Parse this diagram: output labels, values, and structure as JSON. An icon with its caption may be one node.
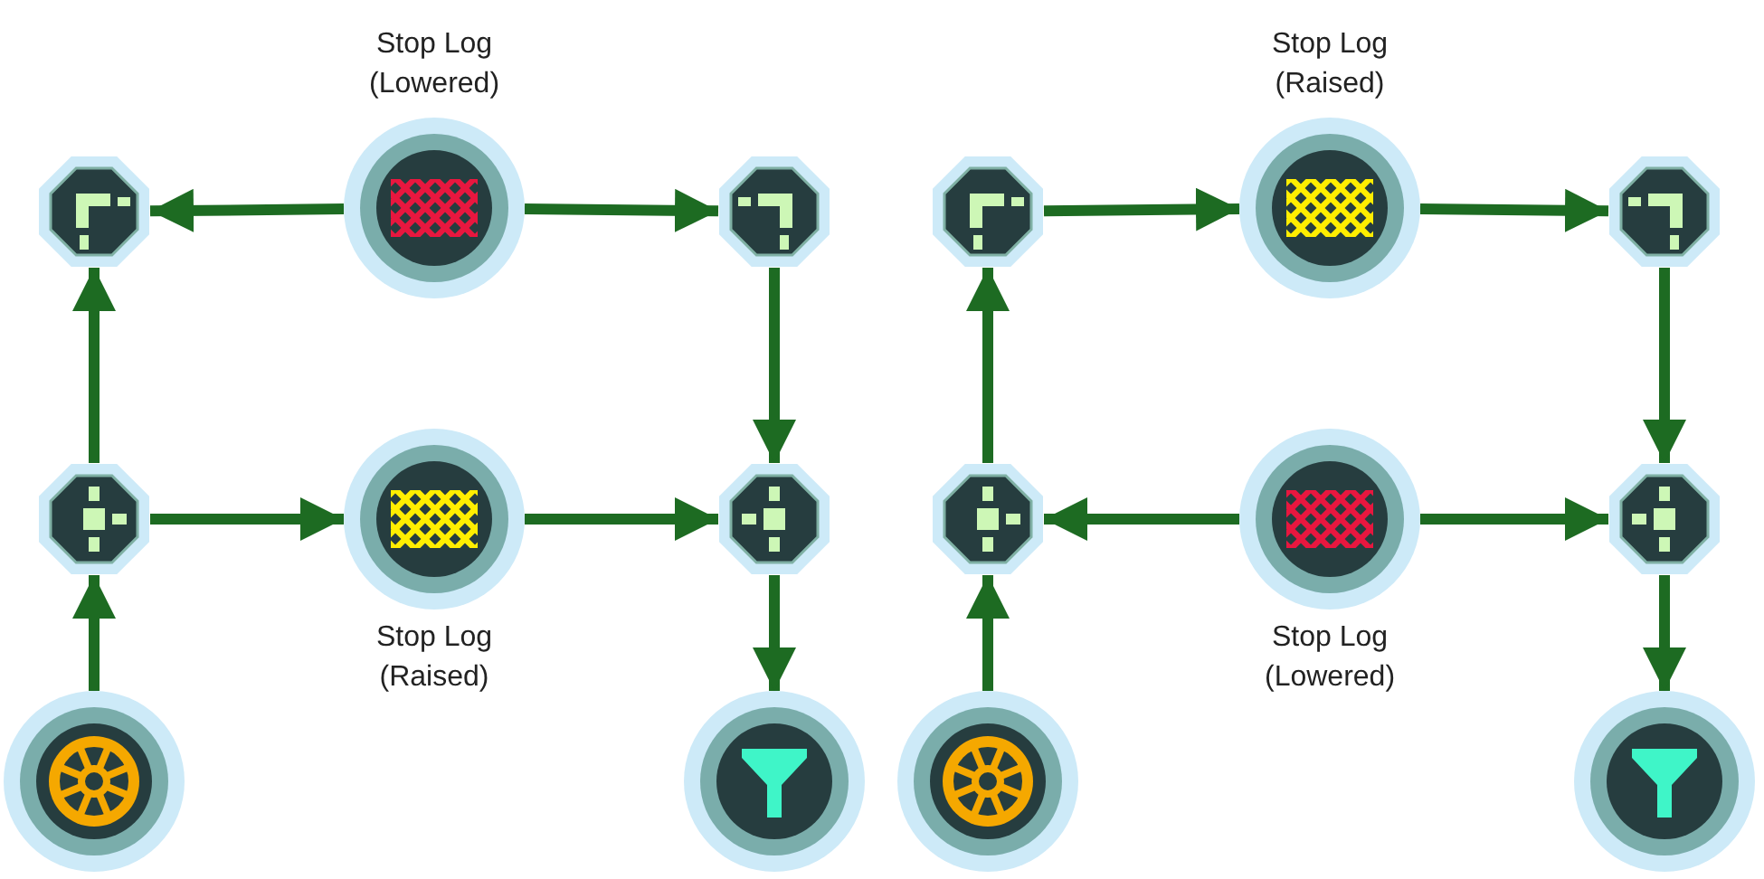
{
  "diagram": {
    "nodes": [
      {
        "text": [],
        "shape": "octagon"
      },
      {
        "text": [
          "Stop Log (Lowered)"
        ]
      },
      {
        "text": [],
        "shape": "octagon"
      },
      {
        "text": [],
        "shape": "octagon"
      },
      {
        "text": [
          "Stop Log (Raised)"
        ]
      },
      {
        "text": [],
        "shape": "octagon"
      },
      {
        "text": [],
        "shape": "circle"
      },
      {
        "text": [],
        "shape": "circle"
      },
      {
        "text": [],
        "shape": "octagon"
      },
      {
        "text": [
          "Stop Log (Raised)"
        ]
      },
      {
        "text": [],
        "shape": "octagon"
      },
      {
        "text": [],
        "shape": "octagon"
      },
      {
        "text": [
          "Stop Log (Lowered)"
        ]
      },
      {
        "text": [],
        "shape": "octagon"
      },
      {
        "text": [],
        "shape": "circle"
      },
      {
        "text": [],
        "shape": "circle"
      }
    ],
    "edges": [
      {
        "from": 6,
        "to": 3,
        "arrow": "to"
      },
      {
        "from": 3,
        "to": 0,
        "arrow": "to"
      },
      {
        "from": 1,
        "to": 0,
        "arrow": "to"
      },
      {
        "from": 1,
        "to": 2,
        "arrow": "to"
      },
      {
        "from": 3,
        "to": 4,
        "arrow": "to"
      },
      {
        "from": 4,
        "to": 5,
        "arrow": "to"
      },
      {
        "from": 2,
        "to": 5,
        "arrow": "to"
      },
      {
        "from": 5,
        "to": 7,
        "arrow": "to"
      },
      {
        "from": 14,
        "to": 11,
        "arrow": "to"
      },
      {
        "from": 11,
        "to": 8,
        "arrow": "to"
      },
      {
        "from": 8,
        "to": 9,
        "arrow": "to"
      },
      {
        "from": 9,
        "to": 10,
        "arrow": "to"
      },
      {
        "from": 12,
        "to": 11,
        "arrow": "to"
      },
      {
        "from": 12,
        "to": 13,
        "arrow": "to"
      },
      {
        "from": 10,
        "to": 13,
        "arrow": "to"
      },
      {
        "from": 13,
        "to": 15,
        "arrow": "to"
      }
    ]
  }
}
